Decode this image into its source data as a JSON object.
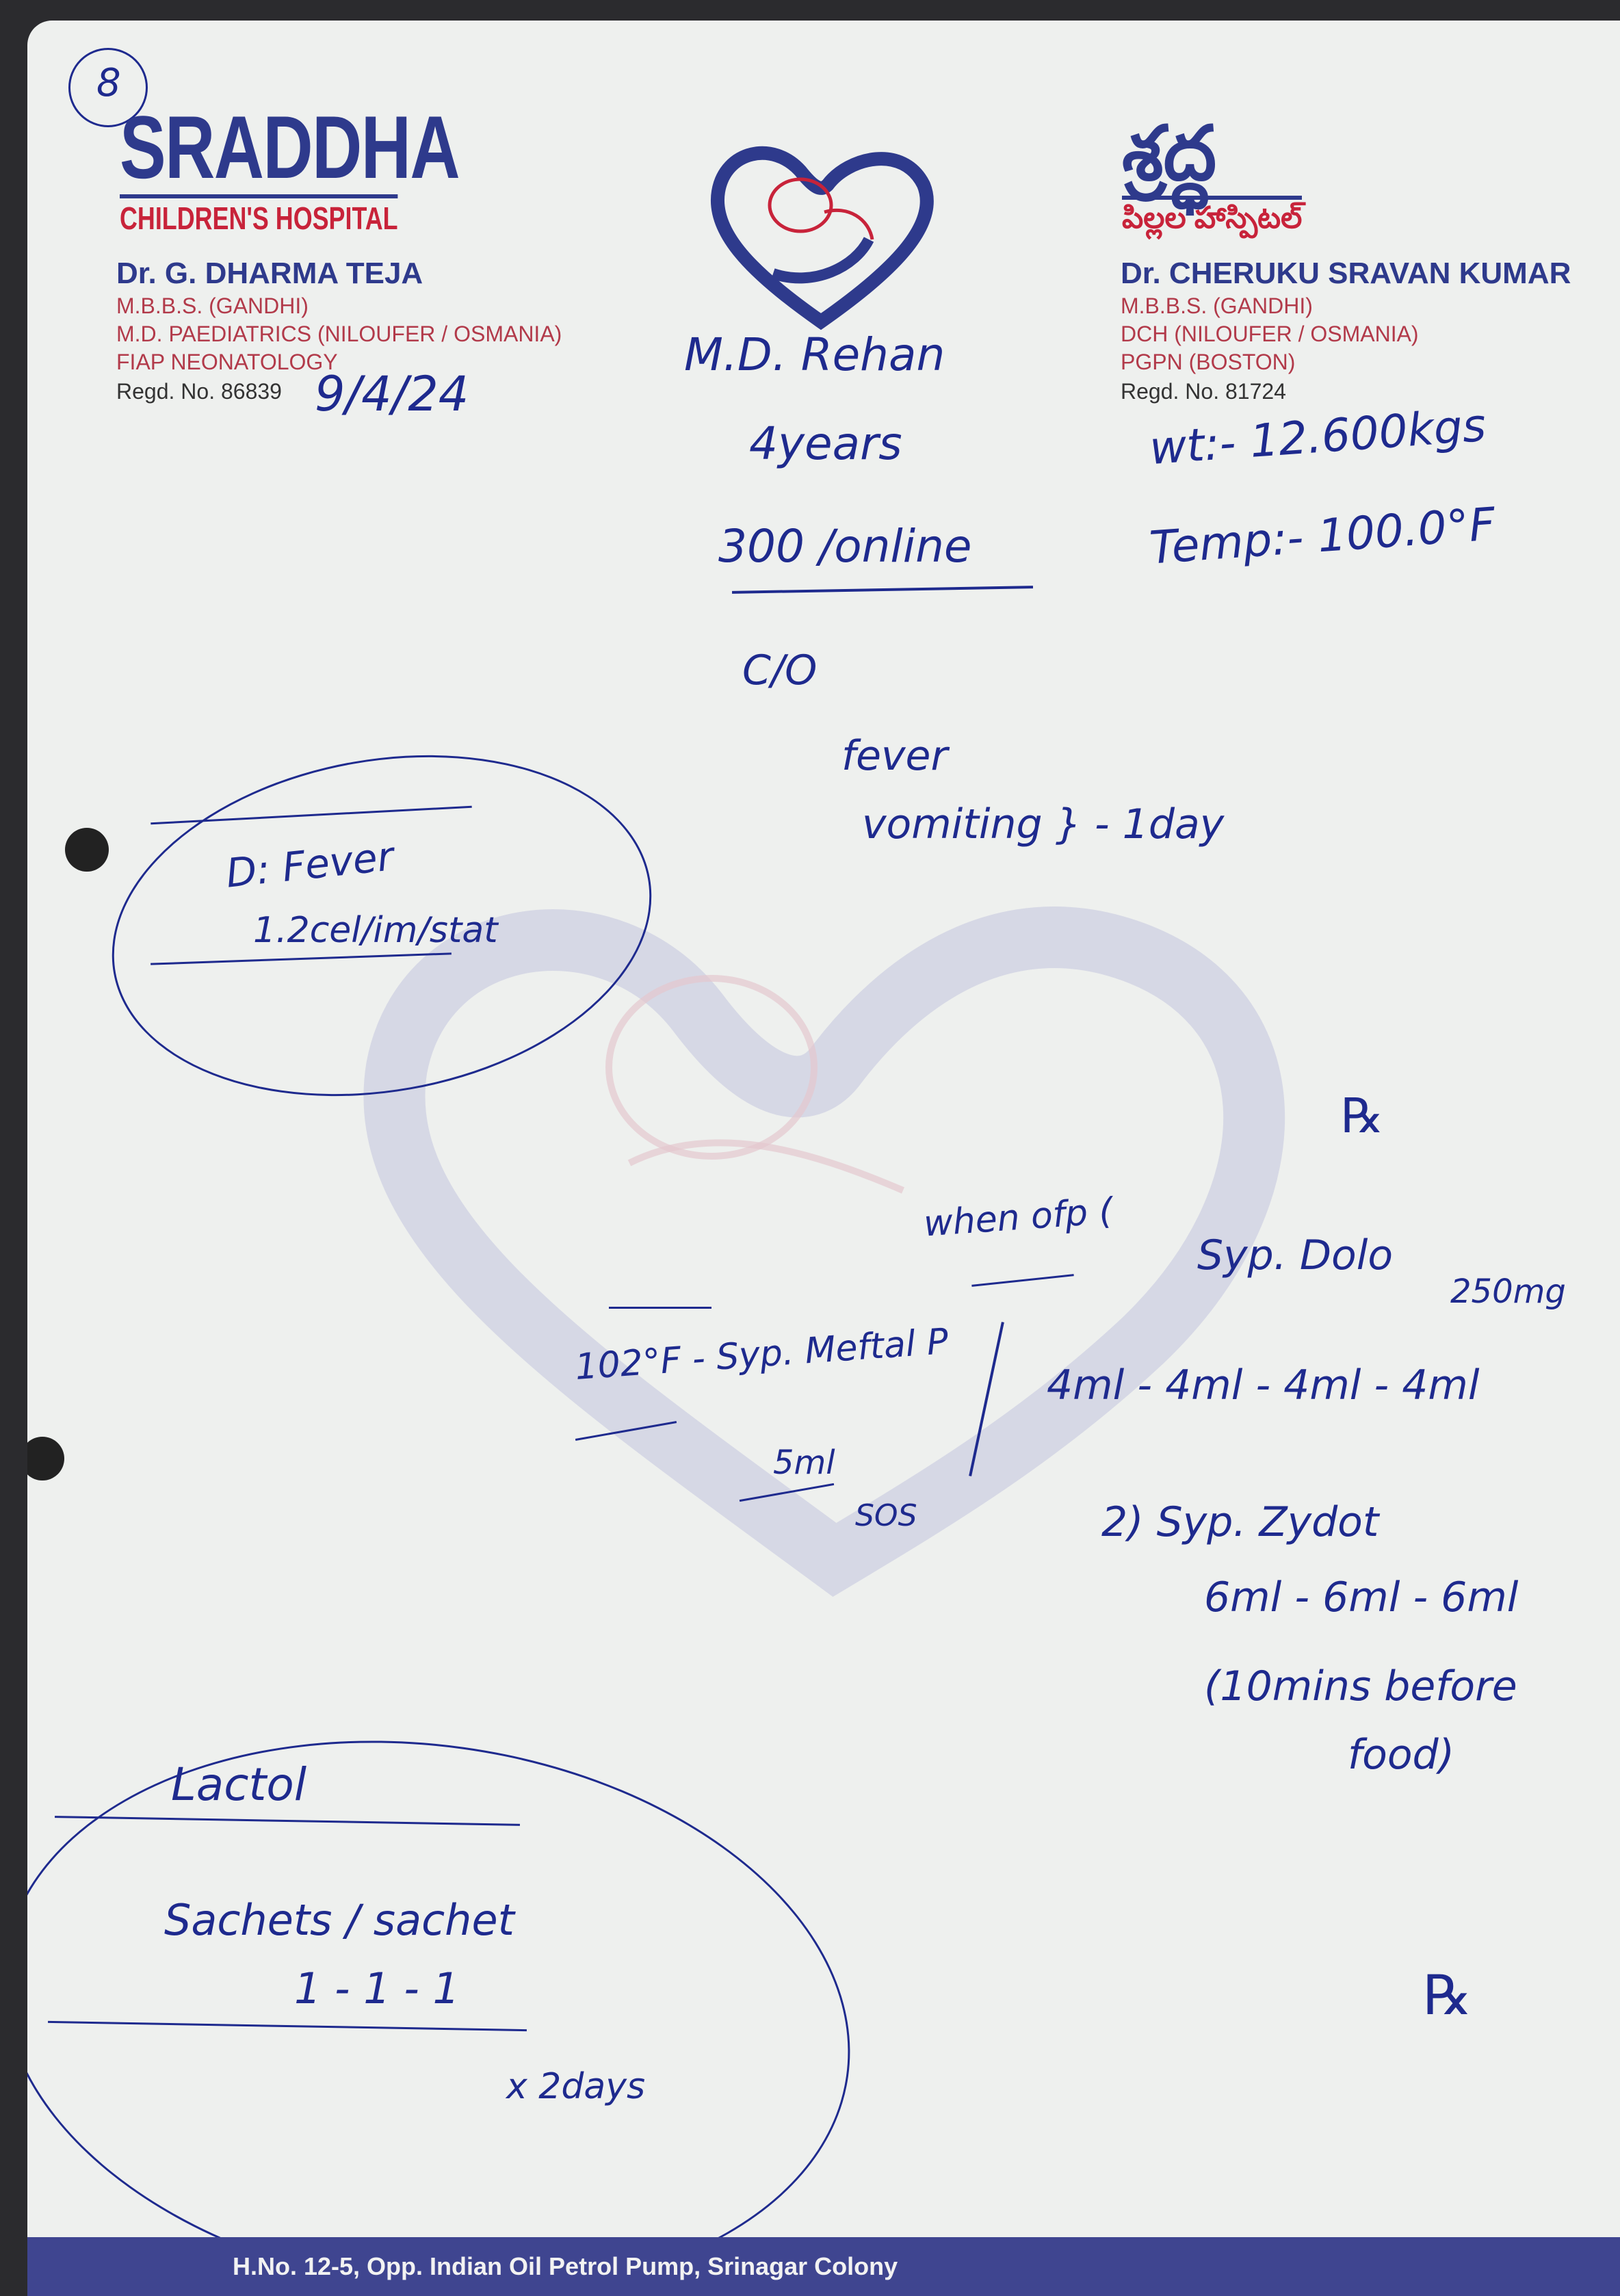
{
  "page_number": "8",
  "left_header": {
    "logo_main": "SRADDHA",
    "logo_sub": "CHILDREN'S HOSPITAL",
    "doctor_name": "Dr. G. DHARMA TEJA",
    "qualifications": [
      "M.B.B.S. (GANDHI)",
      "M.D. PAEDIATRICS (NILOUFER / OSMANIA)",
      "FIAP NEONATOLOGY"
    ],
    "regd": "Regd. No. 86839"
  },
  "right_header": {
    "logo_main": "శ్రద్ధ",
    "logo_sub": "పిల్లల హాస్పిటల్",
    "doctor_name": "Dr. CHERUKU SRAVAN KUMAR",
    "qualifications": [
      "M.B.B.S. (GANDHI)",
      "DCH (NILOUFER / OSMANIA)",
      "PGPN (BOSTON)"
    ],
    "regd": "Regd. No. 81724"
  },
  "handwriting": {
    "date": "9/4/24",
    "patient_name": "M.D. Rehan",
    "age": "4years",
    "fee": "300 /online",
    "weight": "wt:- 12.600kgs",
    "temp": "Temp:- 100.0°F",
    "co": "C/O",
    "complaint_1": "fever",
    "complaint_2": "vomiting } - 1day",
    "dx_1": "D: Fever",
    "dx_2": "1.2cel/im/stat",
    "rx_mark_1": "℞",
    "when_1": "when ofp (",
    "rx_1": "Syp. Dolo",
    "rx_1b": "250mg",
    "dose_1": "4ml - 4ml - 4ml - 4ml",
    "sos_1": "102°F - Syp. Meftal P",
    "sos_2": "5ml",
    "sos_3": "SOS",
    "rx_2": "2) Syp. Zydot",
    "dose_2": "6ml - 6ml - 6ml",
    "note_2a": "(10mins before",
    "note_2b": "food)",
    "lab_title": "Lactol",
    "lab_2": "Sachets / sachet",
    "lab_3": "1 - 1 - 1",
    "lab_4": "x 2days",
    "rx_mark_2": "℞"
  },
  "footer": {
    "address": "H.No. 12-5, Opp. Indian Oil Petrol Pump, Srinagar Colony"
  },
  "colors": {
    "paper": "#eef0ee",
    "ink": "#1e2a8e",
    "brand_blue": "#2e3a8c",
    "brand_red": "#c8233a",
    "footer": "#3f4590"
  }
}
